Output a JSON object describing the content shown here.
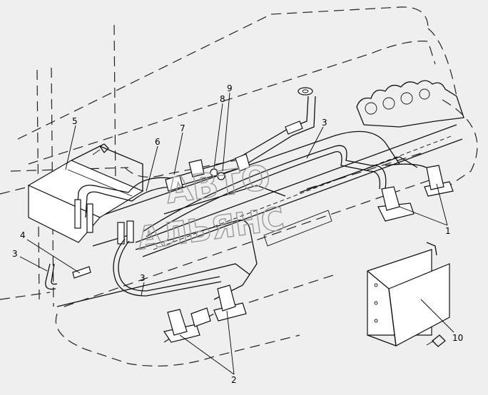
{
  "callouts": [
    {
      "id": "1",
      "label": "1"
    },
    {
      "id": "2",
      "label": "2"
    },
    {
      "id": "3a",
      "label": "3"
    },
    {
      "id": "3b",
      "label": "3"
    },
    {
      "id": "3c",
      "label": "3"
    },
    {
      "id": "4",
      "label": "4"
    },
    {
      "id": "5",
      "label": "5"
    },
    {
      "id": "6",
      "label": "6"
    },
    {
      "id": "7",
      "label": "7"
    },
    {
      "id": "8",
      "label": "8"
    },
    {
      "id": "9",
      "label": "9"
    },
    {
      "id": "10",
      "label": "10"
    }
  ],
  "watermark": {
    "line1": "АВТО",
    "line2": "АЛЬЯНС"
  }
}
